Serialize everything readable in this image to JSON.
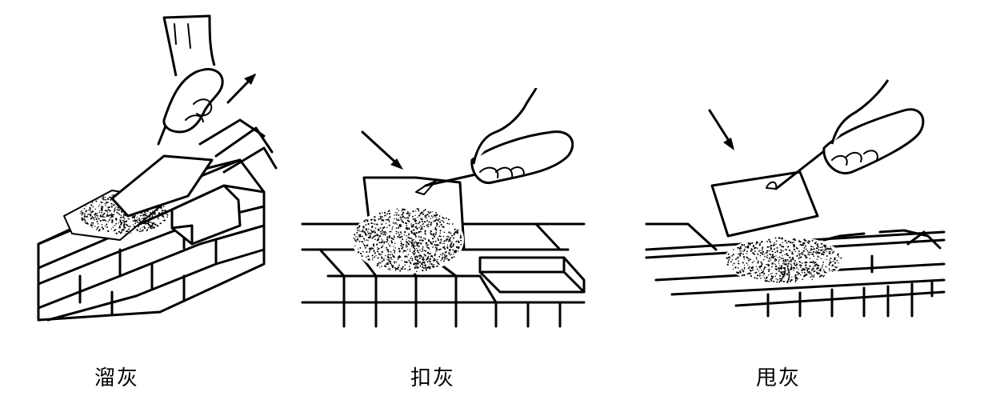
{
  "panels": [
    {
      "caption": "溜灰",
      "icon": "trowel-slide-mortar"
    },
    {
      "caption": "扣灰",
      "icon": "trowel-press-mortar"
    },
    {
      "caption": "甩灰",
      "icon": "trowel-throw-mortar"
    }
  ],
  "colors": {
    "ink": "#000000",
    "background": "#ffffff"
  }
}
